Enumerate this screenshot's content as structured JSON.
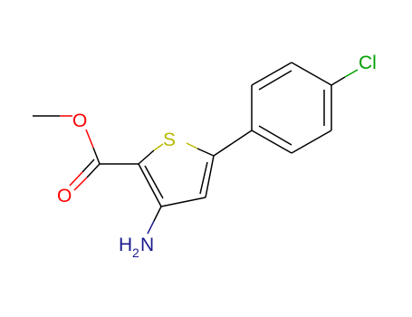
{
  "molecule": {
    "atoms": {
      "oxygen_ester": {
        "label": "O",
        "color": "#ff0000"
      },
      "oxygen_carbonyl": {
        "label": "O",
        "color": "#ff0000"
      },
      "sulfur": {
        "label": "S",
        "color": "#b8b800"
      },
      "chlorine": {
        "label": "Cl",
        "color": "#00a000"
      },
      "amine": {
        "label": "H",
        "subscript": "2",
        "suffix": "N",
        "color": "#1a1a8c"
      }
    }
  }
}
